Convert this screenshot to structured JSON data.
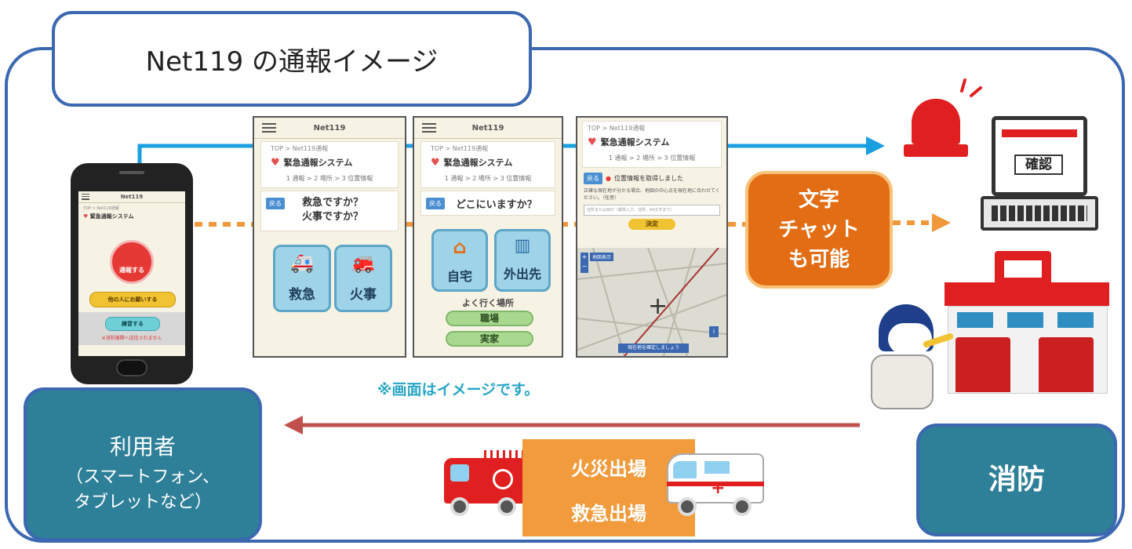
{
  "title": "Net119 の通報イメージ",
  "phone": {
    "app_name": "Net119",
    "breadcrumb": "TOP > Net119通報",
    "system_name": "緊急通報システム",
    "report_button": "通報する",
    "ask_other_button": "他の人にお願いする",
    "practice_button": "練習する",
    "practice_note": "※消防機関へ送信されません"
  },
  "screen1": {
    "app_name": "Net119",
    "breadcrumb": "TOP > Net119通報",
    "system_name": "緊急通報システム",
    "steps": "1 通報 > 2 場所 > 3 位置情報",
    "back": "戻る",
    "question_line1": "救急ですか？",
    "question_line2": "火事ですか？",
    "option_ambulance": "救急",
    "option_fire": "火事"
  },
  "screen2": {
    "app_name": "Net119",
    "breadcrumb": "TOP > Net119通報",
    "system_name": "緊急通報システム",
    "steps": "1 通報 > 2 場所 > 3 位置情報",
    "back": "戻る",
    "question": "どこにいますか？",
    "option_home": "自宅",
    "option_outside": "外出先",
    "frequent_label": "よく行く場所",
    "place_work": "職場",
    "place_family": "実家"
  },
  "screen3": {
    "breadcrumb": "TOP > Net119通報",
    "system_name": "緊急通報システム",
    "steps": "1 通報 > 2 場所 > 3 位置情報",
    "back": "戻る",
    "location_status": "位置情報を取得しました",
    "instruction": "正確な現在地が分かる場合、地図の中心点を現在地に合わせてください。（任意）",
    "address_placeholder": "住所または目印（都県入力、住所、64文字まで）",
    "decide": "決定",
    "map_label": "地図表示",
    "confirm_location": "現在地を確定しましょう"
  },
  "caption": "※画面はイメージです。",
  "chat_box": {
    "line1": "文字",
    "line2": "チャット",
    "line3": "も可能"
  },
  "pc_screen_text": "確認",
  "user_box": {
    "line1": "利用者",
    "line2": "（スマートフォン、",
    "line3": "タブレットなど）"
  },
  "fire_dept_box": "消防",
  "dispatch": {
    "line1": "火災出場",
    "line2": "救急出場"
  },
  "colors": {
    "frame_blue": "#3b68b0",
    "teal": "#2e7f98",
    "orange": "#e36d14",
    "dispatch_orange": "#f29b3c",
    "arrow_blue": "#1aa0e0",
    "arrow_red": "#c0504d",
    "caption_cyan": "#29a6c6"
  }
}
